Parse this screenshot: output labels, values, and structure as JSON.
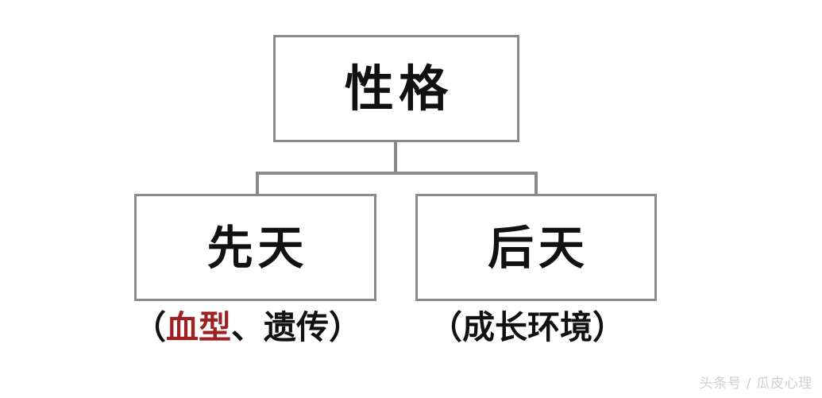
{
  "diagram": {
    "type": "tree",
    "title_text": "性格",
    "nodes": [
      {
        "id": "root",
        "label": "性格",
        "level": 0
      },
      {
        "id": "innate",
        "label": "先天",
        "level": 1
      },
      {
        "id": "acquired",
        "label": "后天",
        "level": 1
      }
    ],
    "edges": [
      {
        "from": "root",
        "to": "innate"
      },
      {
        "from": "root",
        "to": "acquired"
      }
    ],
    "captions": {
      "innate": {
        "open_paren": "（",
        "highlight": "血型",
        "separator": "、",
        "rest": "遗传",
        "close_paren": "）",
        "full": "（血型、遗传）"
      },
      "acquired": {
        "open_paren": "（",
        "text": "成长环境",
        "close_paren": "）",
        "full": "（成长环境）"
      }
    },
    "colors": {
      "box_border": "#8a8a8a",
      "connector": "#8a8a8a",
      "text": "#111111",
      "highlight": "#9e2020",
      "background": "#ffffff",
      "watermark": "#cfcfcf"
    }
  },
  "watermark": {
    "text": "头条号 / 瓜皮心理"
  }
}
